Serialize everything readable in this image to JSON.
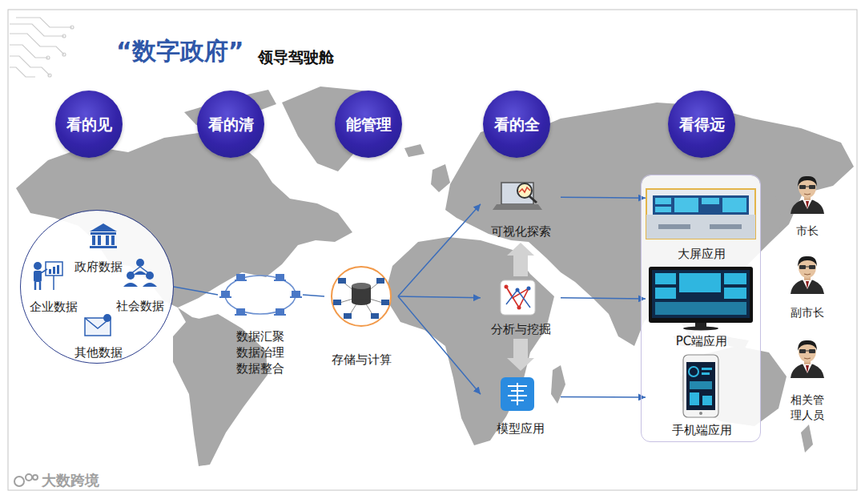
{
  "diagram": {
    "title": "“数字政府”",
    "nodes": [
      {
        "text": [
          "看的见"
        ]
      },
      {
        "text": [
          "看的清"
        ]
      },
      {
        "text": [
          "能管理"
        ]
      },
      {
        "text": [
          "看的全"
        ]
      },
      {
        "text": [
          "看得远"
        ]
      },
      {
        "text": []
      },
      {
        "text": [
          "政府数据"
        ],
        "in": 5
      },
      {
        "text": [
          "企业数据"
        ],
        "in": 5
      },
      {
        "text": [
          "社会数据"
        ],
        "in": 5
      },
      {
        "text": [
          "其他数据"
        ],
        "in": 5
      },
      {
        "text": [
          "数据汇聚 数据治理 数据整合"
        ]
      },
      {
        "text": [
          "存储与计算"
        ]
      },
      {
        "text": [
          "可视化探索"
        ]
      },
      {
        "text": [
          "分析与挖掘"
        ]
      },
      {
        "text": [
          "模型应用"
        ]
      },
      {
        "text": []
      },
      {
        "text": [
          "大屏应用"
        ],
        "in": 15
      },
      {
        "text": [
          "PC端应用"
        ],
        "in": 15
      },
      {
        "text": [
          "手机端应用"
        ],
        "in": 15
      },
      {
        "text": [
          "市长"
        ]
      },
      {
        "text": [
          "副市长"
        ]
      },
      {
        "text": [
          "相关管理人员"
        ]
      }
    ],
    "edges": [
      {
        "from": 5,
        "to": 10,
        "arrow": "none"
      },
      {
        "from": 10,
        "to": 11,
        "arrow": "none"
      },
      {
        "from": 11,
        "to": 12,
        "arrow": "to"
      },
      {
        "from": 11,
        "to": 13,
        "arrow": "to"
      },
      {
        "from": 11,
        "to": 14,
        "arrow": "to"
      },
      {
        "from": 13,
        "to": 12,
        "arrow": "to"
      },
      {
        "from": 13,
        "to": 14,
        "arrow": "to"
      },
      {
        "from": 12,
        "to": 16,
        "arrow": "to"
      },
      {
        "from": 13,
        "to": 17,
        "arrow": "to"
      },
      {
        "from": 14,
        "to": 18,
        "arrow": "to"
      }
    ],
    "labels": [
      "领导驾驶舱",
      "大数跨境"
    ]
  }
}
